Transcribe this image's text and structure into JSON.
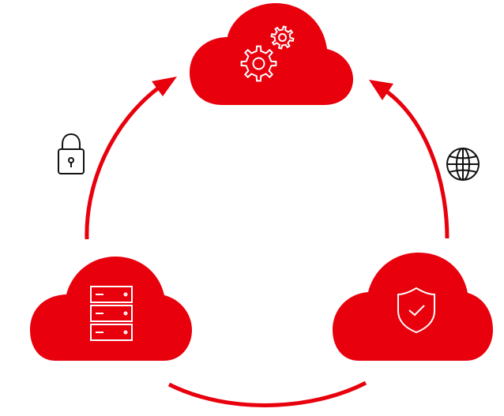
{
  "diagram": {
    "accent_color": "#e8000d",
    "icon_line_color": "#ffffff",
    "outline_icon_color": "#111111",
    "background": "#ffffff",
    "nodes": [
      {
        "name": "cloud-top",
        "icon": "gears-icon"
      },
      {
        "name": "cloud-bottom-left",
        "icon": "server-stack-icon"
      },
      {
        "name": "cloud-bottom-right",
        "icon": "shield-check-icon"
      }
    ],
    "connectors": [
      {
        "name": "arrow-left-to-top",
        "side_icon": "lock-icon"
      },
      {
        "name": "arrow-right-to-top",
        "side_icon": "globe-icon"
      },
      {
        "name": "arc-bottom",
        "side_icon": ""
      }
    ]
  }
}
